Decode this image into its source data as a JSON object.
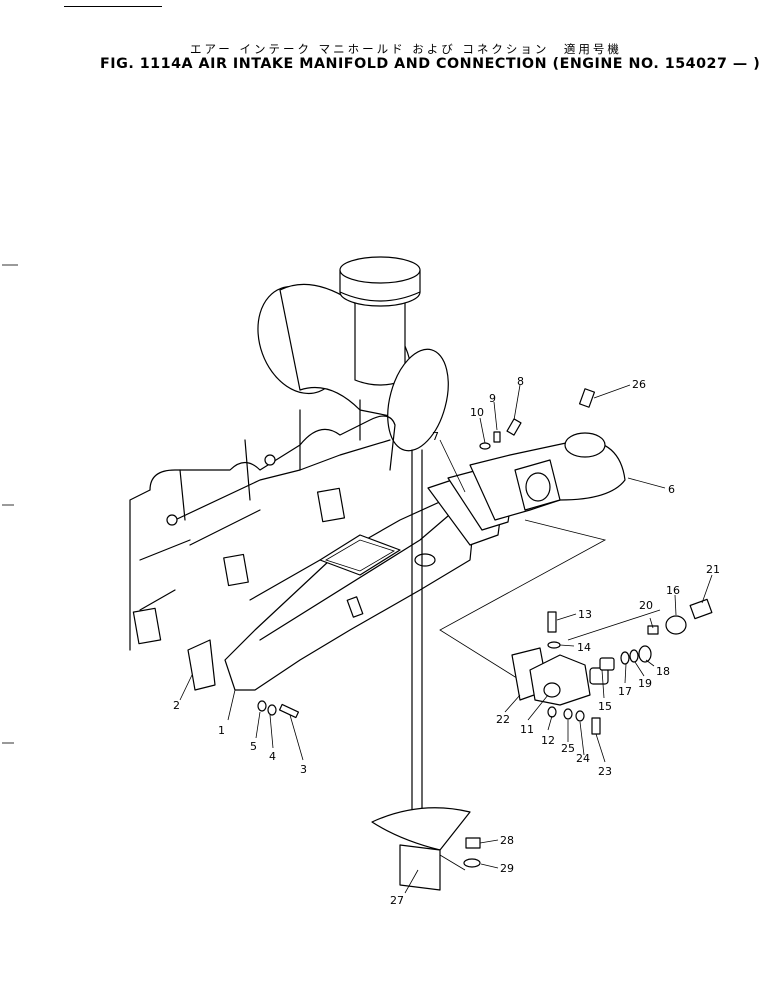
{
  "header": {
    "japanese_title": "エアー インテーク マニホールド および コネクション　適用号機",
    "figure_title": "FIG. 1114A  AIR INTAKE MANIFOLD AND CONNECTION  (ENGINE NO. 154027 — )"
  },
  "callouts": [
    "1",
    "2",
    "3",
    "4",
    "5",
    "6",
    "7",
    "8",
    "9",
    "10",
    "11",
    "12",
    "13",
    "14",
    "15",
    "16",
    "17",
    "18",
    "19",
    "20",
    "21",
    "22",
    "23",
    "24",
    "25",
    "26",
    "27",
    "28",
    "29"
  ]
}
